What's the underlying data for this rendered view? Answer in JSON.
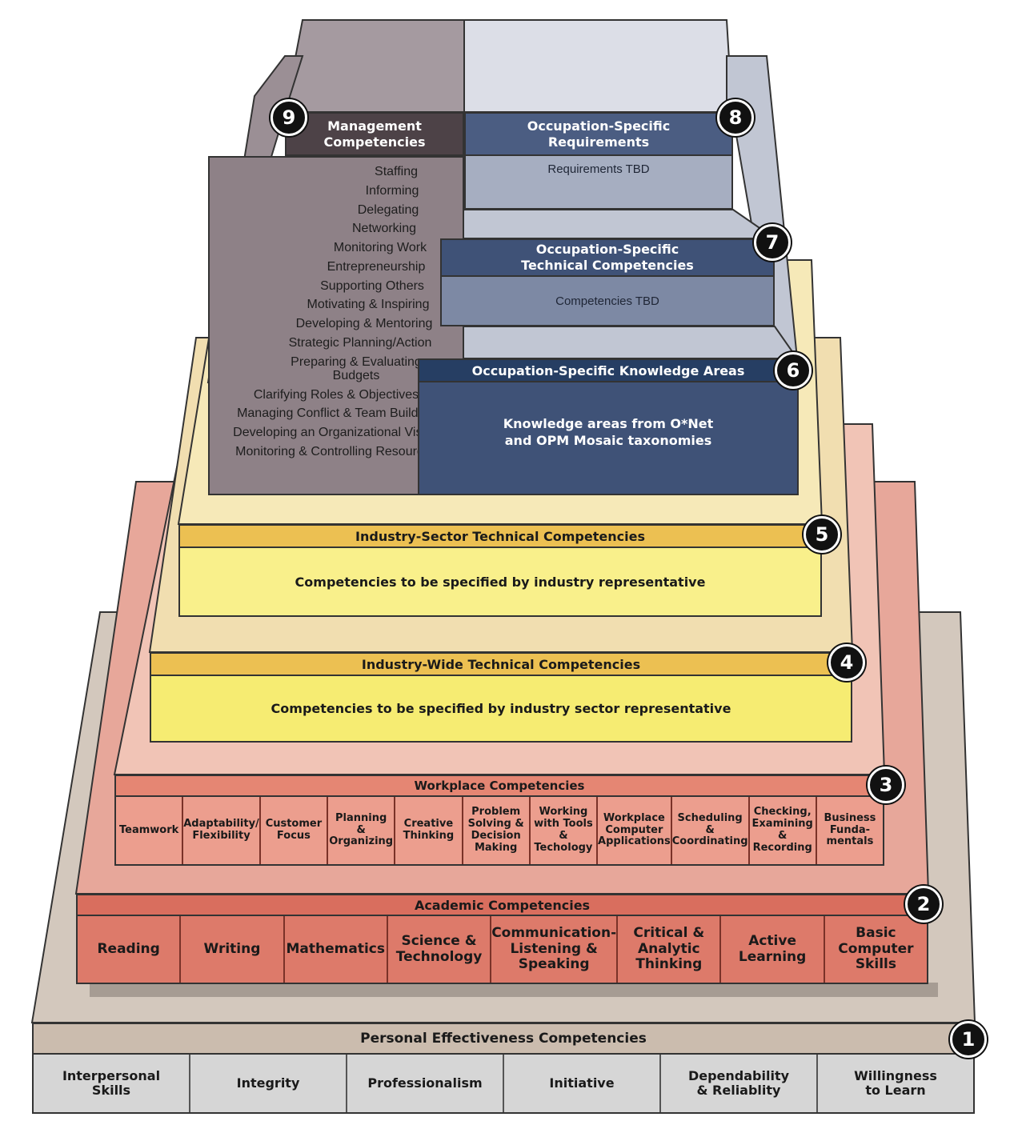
{
  "tiers": {
    "t1": {
      "number": "1",
      "title": "Personal Effectiveness Competencies",
      "items": [
        "Interpersonal\nSkills",
        "Integrity",
        "Professionalism",
        "Initiative",
        "Dependability\n& Reliablity",
        "Willingness\nto Learn"
      ]
    },
    "t2": {
      "number": "2",
      "title": "Academic Competencies",
      "items": [
        "Reading",
        "Writing",
        "Mathematics",
        "Science &\nTechnology",
        "Communication-\nListening &\nSpeaking",
        "Critical &\nAnalytic\nThinking",
        "Active\nLearning",
        "Basic\nComputer\nSkills"
      ]
    },
    "t3": {
      "number": "3",
      "title": "Workplace Competencies",
      "items": [
        "Teamwork",
        "Adaptability/\nFlexibility",
        "Customer\nFocus",
        "Planning\n&\nOrganizing",
        "Creative\nThinking",
        "Problem\nSolving &\nDecision\nMaking",
        "Working\nwith Tools\n&\nTechology",
        "Workplace\nComputer\nApplications",
        "Scheduling\n&\nCoordinating",
        "Checking,\nExamining\n&\nRecording",
        "Business\nFunda-\nmentals"
      ]
    },
    "t4": {
      "number": "4",
      "title": "Industry-Wide Technical Competencies",
      "body": "Competencies to be specified by industry sector representative"
    },
    "t5": {
      "number": "5",
      "title": "Industry-Sector Technical Competencies",
      "body": "Competencies to be specified by industry representative"
    },
    "t6": {
      "number": "6",
      "title": "Occupation-Specific Knowledge Areas",
      "body": "Knowledge areas from O*Net\nand OPM Mosaic taxonomies"
    },
    "t7": {
      "number": "7",
      "title": "Occupation-Specific\nTechnical Competencies",
      "body": "Competencies TBD"
    },
    "t8": {
      "number": "8",
      "title": "Occupation-Specific\nRequirements",
      "body": "Requirements TBD"
    },
    "t9": {
      "number": "9",
      "title": "Management\nCompetencies",
      "items": [
        "Staffing",
        "Informing",
        "Delegating",
        "Networking",
        "Monitoring Work",
        "Entrepreneurship",
        "Supporting Others",
        "Motivating & Inspiring",
        "Developing & Mentoring",
        "Strategic Planning/Action",
        "Preparing & Evaluating\nBudgets",
        "Clarifying Roles & Objectives",
        "Managing Conflict & Team Building",
        "Developing an Organizational Vision",
        "Monitoring & Controlling Resources"
      ]
    }
  },
  "colors": {
    "t1_top": "#d3c8bd",
    "t1_band": "#cbbcae",
    "t1_cells": "#d6d6d6",
    "t2_top": "#e7a79a",
    "t2_band": "#d96e5e",
    "t2_cells": "#dd7a6a",
    "t3_top": "#f1c4b6",
    "t3_band": "#e58673",
    "t3_cells": "#ec9e8e",
    "t4_top": "#f1deb0",
    "t4_band": "#ecc052",
    "t4_body": "#f6ec72",
    "t5_top": "#f6e9b8",
    "t5_band": "#ecc052",
    "t5_body": "#f9f08b",
    "t6_band": "#263e63",
    "t6_body": "#3f5277",
    "t7_band": "#3f5277",
    "t7_body": "#7d89a4",
    "t7_top": "#c1c6d3",
    "t8_band": "#4b5d82",
    "t8_body": "#a6aec1",
    "t8_top": "#dcdee7",
    "t9_band": "#4d4247",
    "t9_body": "#8e8187",
    "t9_top": "#a59aa0"
  }
}
